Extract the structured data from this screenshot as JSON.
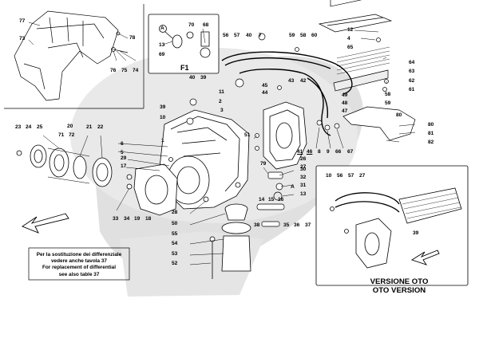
{
  "labels": {
    "l77": "77",
    "l73": "73",
    "l78": "78",
    "l76": "76",
    "l75": "75",
    "l74": "74",
    "la": "A",
    "l13": "13",
    "l70": "70",
    "l68": "68",
    "l69": "69",
    "l12": "12",
    "l4": "4",
    "l65": "65",
    "l64": "64",
    "l63": "63",
    "l62": "62",
    "l61": "61",
    "l56": "56",
    "l57": "57",
    "l40": "40",
    "l7": "7",
    "l59": "59",
    "l58": "58",
    "l60": "60",
    "l43": "43",
    "l42": "42",
    "l45": "45",
    "l44": "44",
    "l49": "49",
    "l48": "48",
    "l47": "47",
    "l58b": "58",
    "l59b": "59",
    "l80": "80",
    "l81": "81",
    "l82": "82",
    "l40b": "40",
    "l39": "39",
    "l11": "11",
    "l2": "2",
    "l39b": "39",
    "l10": "10",
    "l3": "3",
    "l1": "1",
    "l6": "6",
    "l5": "5",
    "l29": "29",
    "l17": "17",
    "l23": "23",
    "l24": "24",
    "l25": "25",
    "l20": "20",
    "l71": "71",
    "l72": "72",
    "l21": "21",
    "l22": "22",
    "l33": "33",
    "l34": "34",
    "l19": "19",
    "l18": "18",
    "l28": "28",
    "l50": "50",
    "l55": "55",
    "l54": "54",
    "l53": "53",
    "l52": "52",
    "l51": "51",
    "l41": "41",
    "l46": "46",
    "l8": "8",
    "l9": "9",
    "l66": "66",
    "l67": "67",
    "l26": "26",
    "l27": "27",
    "l79": "79",
    "l30": "30",
    "l32": "32",
    "l31": "31",
    "la2": "A",
    "l13b": "13",
    "l14": "14",
    "l15": "15",
    "l16": "16",
    "l38": "38",
    "l35": "35",
    "l36": "36",
    "l37": "37",
    "i10": "10",
    "i56": "56",
    "i57": "57",
    "i27": "27",
    "i39": "39"
  },
  "inset_title": "F1",
  "note_lines": [
    "Per la sostituzione dei differenziale",
    "vedere anche tavola 37",
    "For replacement of differential",
    "see  also table 37"
  ],
  "version_lines": [
    "VERSIONE OTO",
    "OTO VERSION"
  ],
  "colors": {
    "background": "#ffffff",
    "ink": "#000000",
    "watermark": "#d9d9d9",
    "box": "#000000"
  }
}
